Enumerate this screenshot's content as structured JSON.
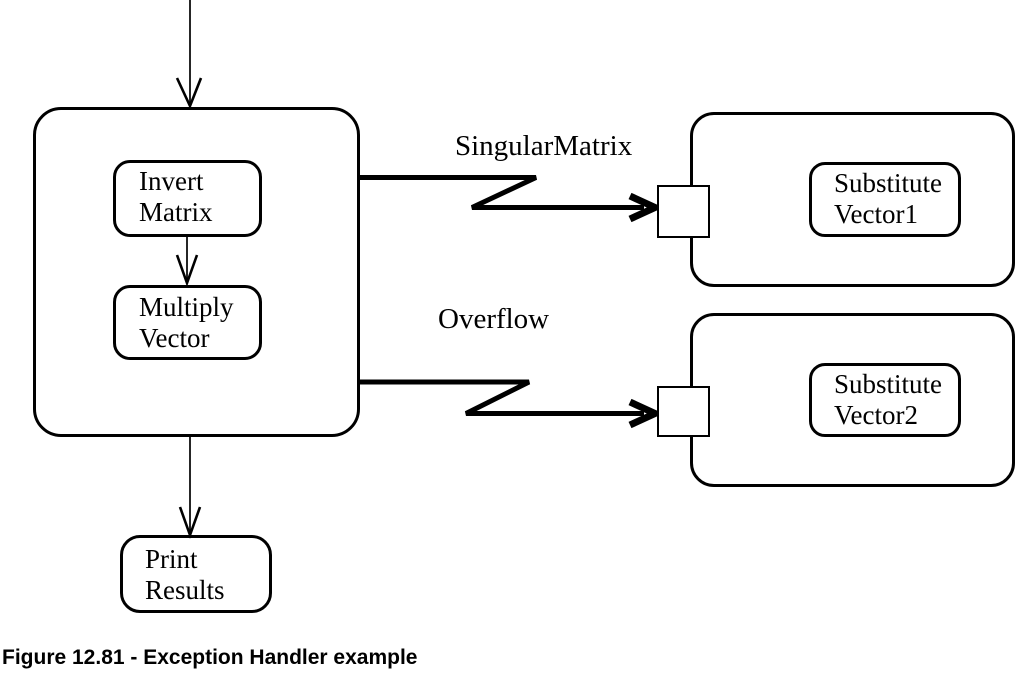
{
  "figure": {
    "caption": "Figure 12.81 - Exception Handler example"
  },
  "colors": {
    "ink": "#000000",
    "paper": "#ffffff"
  },
  "diagram": {
    "type": "uml-exception-handler-activity-diagram",
    "main_state": {
      "activities": [
        {
          "name": "invert-matrix",
          "lines": [
            "Invert",
            "Matrix"
          ]
        },
        {
          "name": "multiply-vector",
          "lines": [
            "Multiply",
            "Vector"
          ]
        }
      ]
    },
    "final_activity": {
      "name": "print-results",
      "lines": [
        "Print",
        "Results"
      ]
    },
    "handlers": [
      {
        "exception": "SingularMatrix",
        "activity_lines": [
          "Substitute",
          "Vector1"
        ]
      },
      {
        "exception": "Overflow",
        "activity_lines": [
          "Substitute",
          "Vector2"
        ]
      }
    ]
  }
}
